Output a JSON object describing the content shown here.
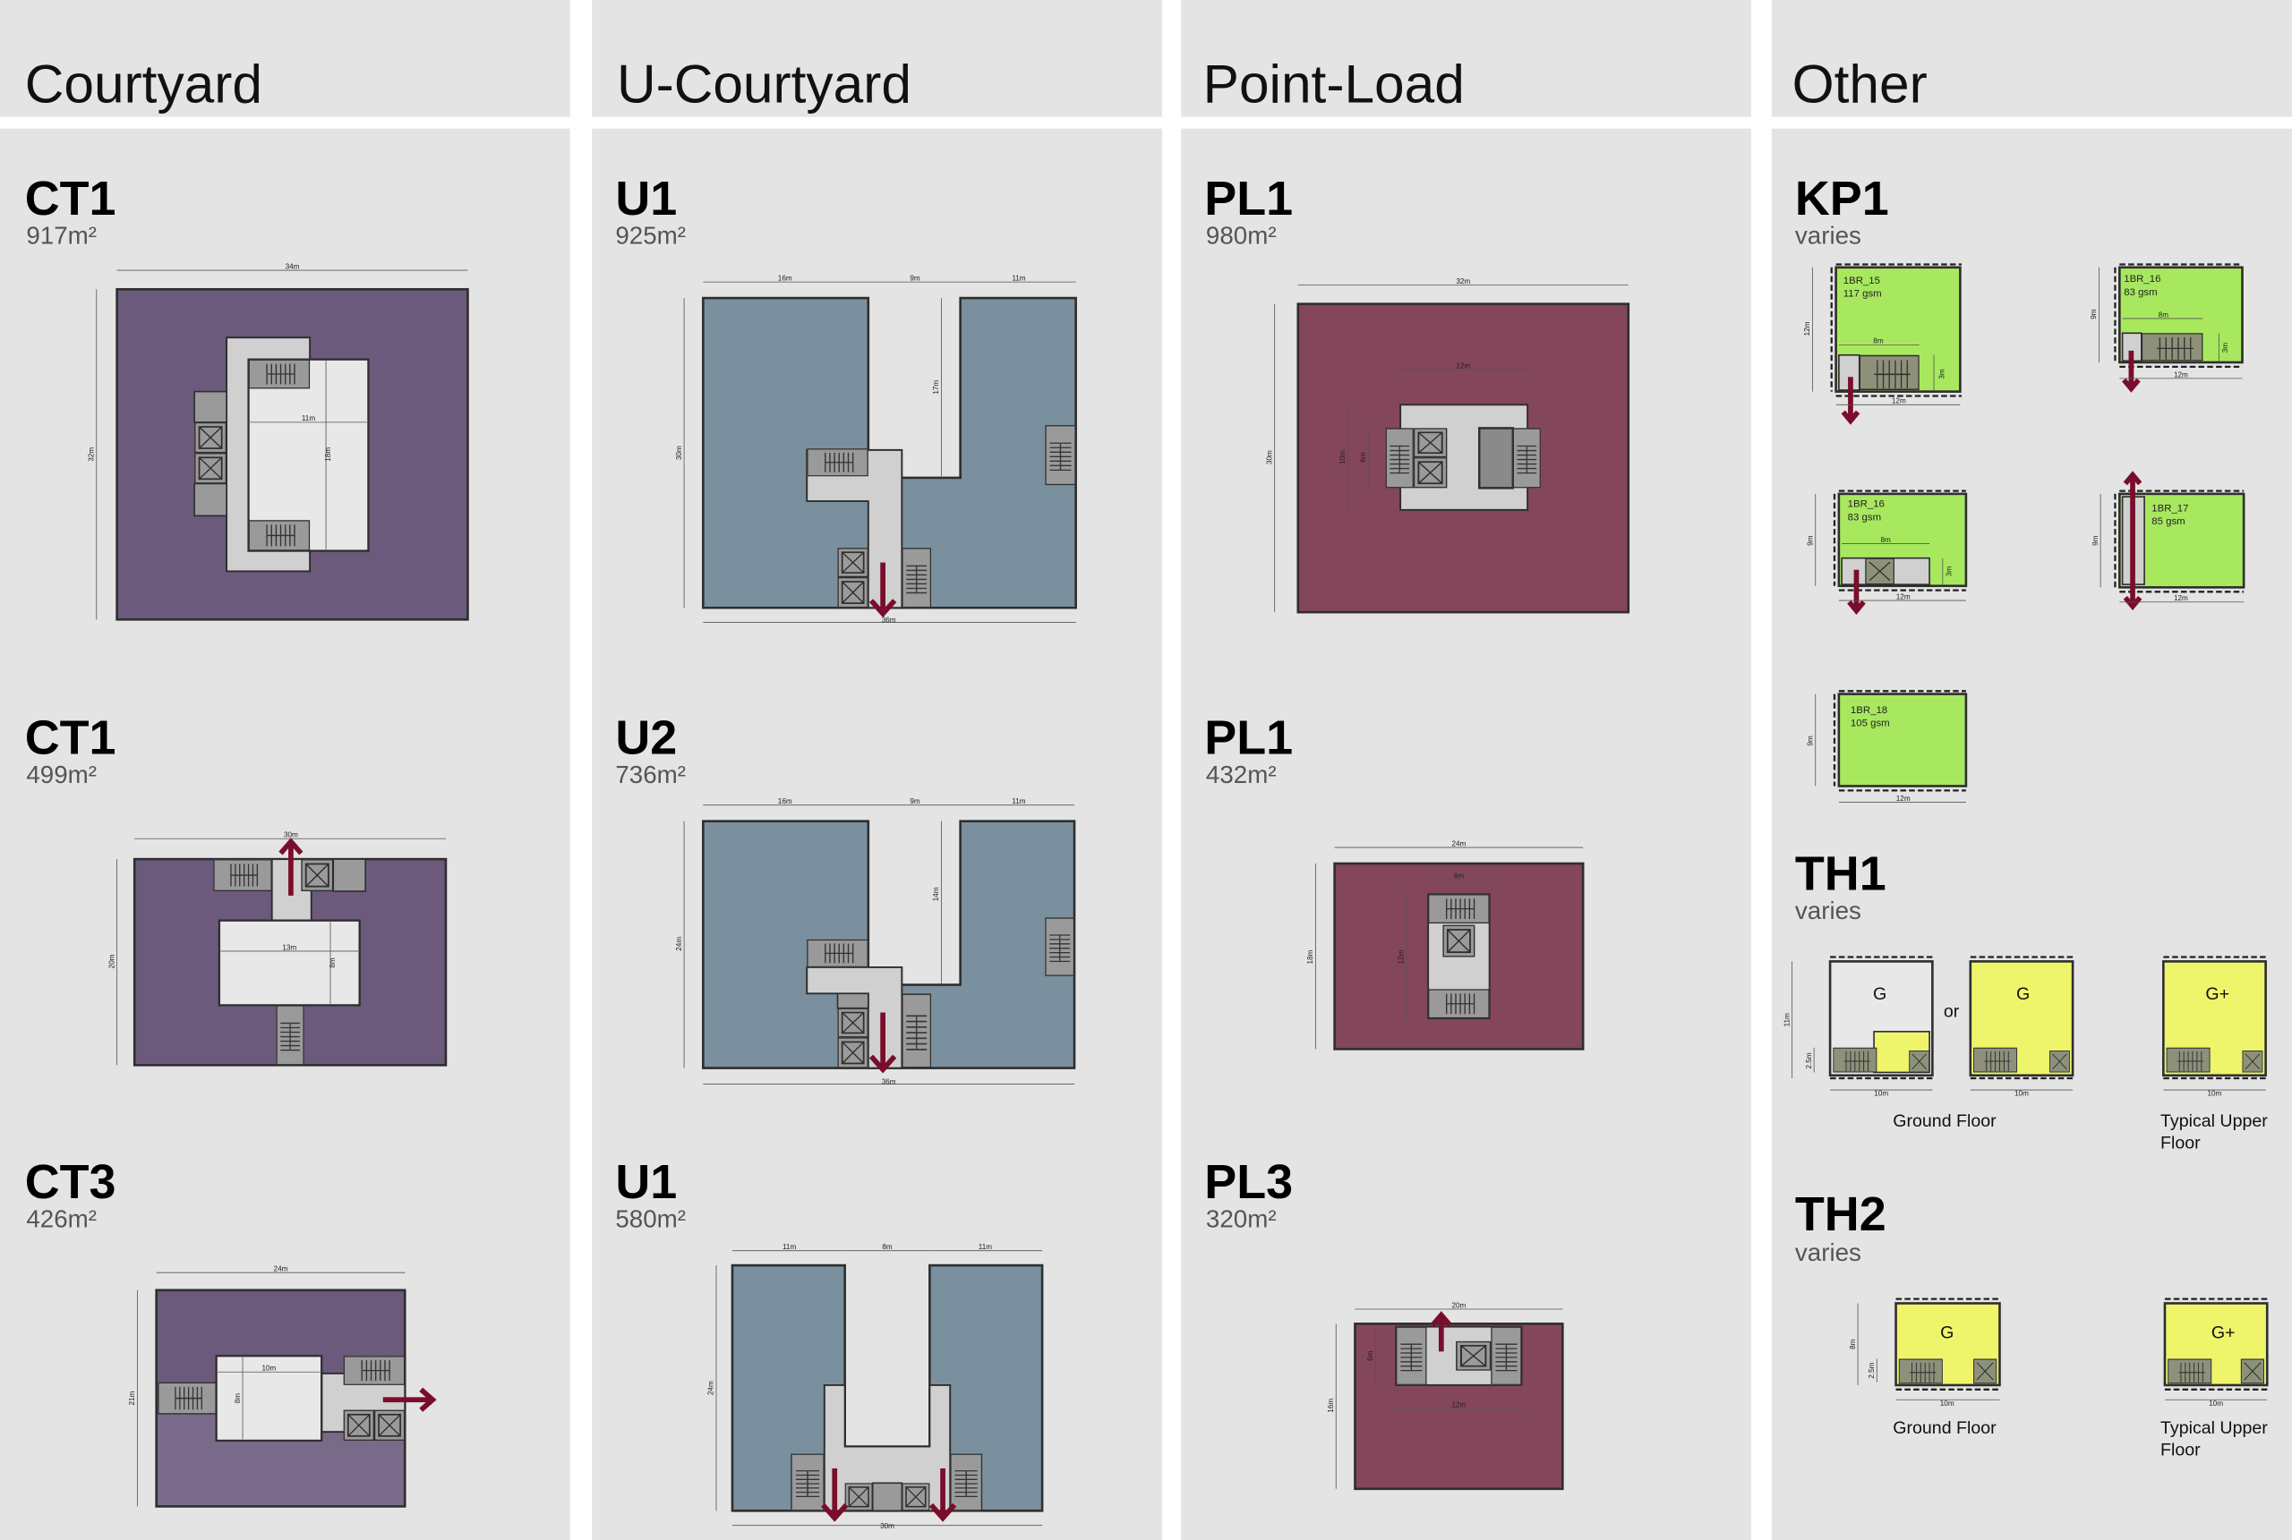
{
  "columns": [
    {
      "title": "Courtyard"
    },
    {
      "title": "U-Courtyard"
    },
    {
      "title": "Point-Load"
    },
    {
      "title": "Other"
    }
  ],
  "types": {
    "ct1a": {
      "name": "CT1",
      "area": "917m²",
      "dims": [
        "34m",
        "32m",
        "11m",
        "18m"
      ]
    },
    "ct1b": {
      "name": "CT1",
      "area": "499m²",
      "dims": [
        "30m",
        "20m",
        "13m",
        "8m"
      ]
    },
    "ct3": {
      "name": "CT3",
      "area": "426m²",
      "dims": [
        "24m",
        "21m",
        "10m",
        "8m"
      ]
    },
    "u1a": {
      "name": "U1",
      "area": "925m²",
      "dims": [
        "16m",
        "9m",
        "11m",
        "36m",
        "30m",
        "17m"
      ]
    },
    "u2": {
      "name": "U2",
      "area": "736m²",
      "dims": [
        "16m",
        "9m",
        "11m",
        "36m",
        "24m",
        "14m"
      ]
    },
    "u1b": {
      "name": "U1",
      "area": "580m²",
      "dims": [
        "11m",
        "8m",
        "11m",
        "30m",
        "24m"
      ]
    },
    "pl1a": {
      "name": "PL1",
      "area": "980m²",
      "dims": [
        "32m",
        "30m",
        "12m",
        "10m",
        "6m"
      ]
    },
    "pl1b": {
      "name": "PL1",
      "area": "432m²",
      "dims": [
        "24m",
        "18m",
        "6m",
        "12m"
      ]
    },
    "pl3": {
      "name": "PL3",
      "area": "320m²",
      "dims": [
        "20m",
        "16m",
        "12m",
        "6m"
      ]
    },
    "kp1": {
      "name": "KP1",
      "area": "varies",
      "units": [
        {
          "label": "1BR_15",
          "gsm": "117 gsm",
          "dims": [
            "12m",
            "8m",
            "3m",
            "12m"
          ]
        },
        {
          "label": "1BR_16",
          "gsm": "83 gsm",
          "dims": [
            "9m",
            "8m",
            "3m",
            "12m"
          ]
        },
        {
          "label": "1BR_16",
          "gsm": "83 gsm",
          "dims": [
            "9m",
            "8m",
            "3m",
            "12m"
          ]
        },
        {
          "label": "1BR_17",
          "gsm": "85 gsm",
          "dims": [
            "9m",
            "12m"
          ]
        },
        {
          "label": "1BR_18",
          "gsm": "105 gsm",
          "dims": [
            "9m",
            "12m"
          ]
        }
      ]
    },
    "th1": {
      "name": "TH1",
      "area": "varies",
      "plans": [
        {
          "label": "G"
        },
        {
          "label": "G"
        },
        {
          "label": "G+"
        }
      ],
      "or": "or",
      "dims": [
        "11m",
        "2.5m",
        "10m",
        "10m",
        "10m"
      ],
      "captions": [
        "Ground Floor",
        "Typical Upper",
        "Floor"
      ]
    },
    "th2": {
      "name": "TH2",
      "area": "varies",
      "plans": [
        {
          "label": "G"
        },
        {
          "label": "G+"
        }
      ],
      "dims": [
        "8m",
        "2.5m",
        "10m",
        "10m"
      ],
      "captions": [
        "Ground Floor",
        "Typical Upper",
        "Floor"
      ]
    }
  },
  "colors": {
    "courtyard": "#6b5a7b",
    "u_courtyard": "#7a909e",
    "point_load": "#84465a",
    "kp_unit": "#a8e85f",
    "townhouse": "#eef56a",
    "circulation_arrow": "#7a0d2b"
  }
}
